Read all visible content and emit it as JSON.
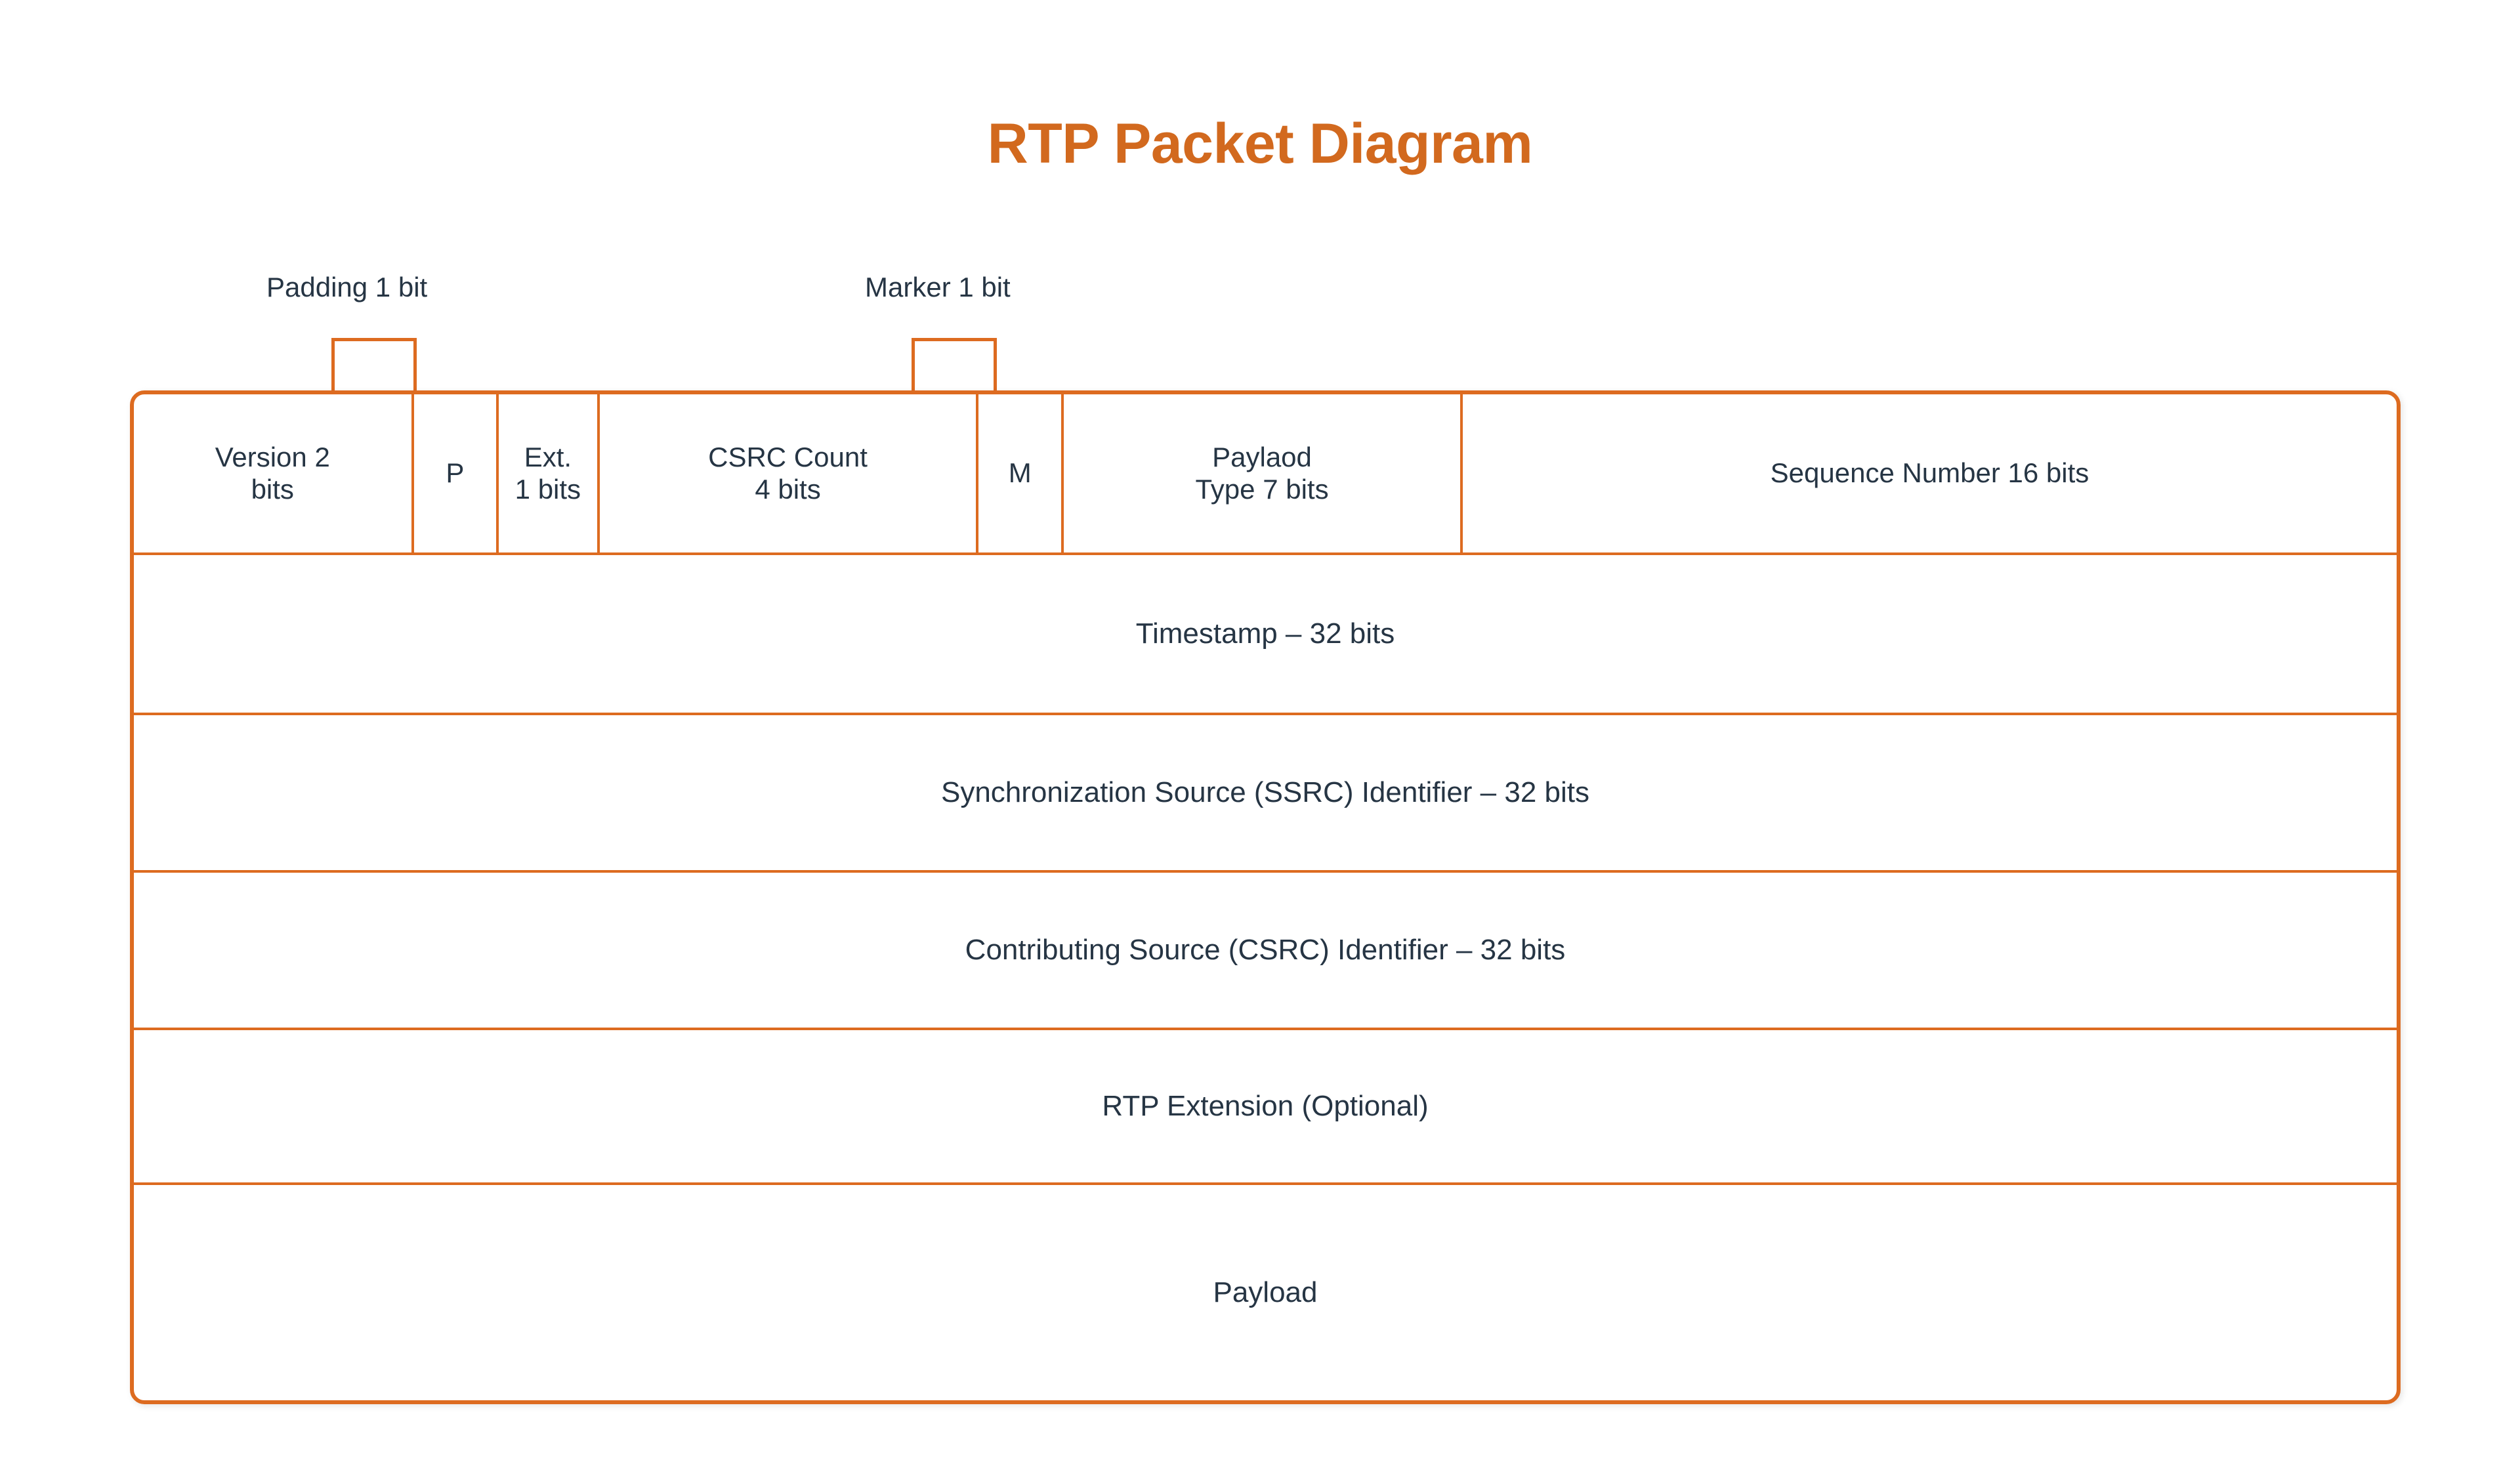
{
  "title": "RTP Packet Diagram",
  "colors": {
    "title": "#D2691E",
    "border": "#DD6B20",
    "text": "#263544",
    "background": "#FFFFFF"
  },
  "callouts": [
    {
      "id": "padding",
      "label": "Padding 1 bit",
      "points_to": "P"
    },
    {
      "id": "marker",
      "label": "Marker 1 bit",
      "points_to": "M"
    }
  ],
  "packet": {
    "header_row": [
      {
        "name": "version",
        "line1": "Version 2",
        "line2": "bits",
        "width_pct": 12.37
      },
      {
        "name": "padding",
        "line1": "P",
        "line2": "",
        "width_pct": 3.76
      },
      {
        "name": "extension",
        "line1": "Ext.",
        "line2": "1 bits",
        "width_pct": 4.45
      },
      {
        "name": "csrc-count",
        "line1": "CSRC Count",
        "line2": "4 bits",
        "width_pct": 16.76
      },
      {
        "name": "marker",
        "line1": "M",
        "line2": "",
        "width_pct": 3.76
      },
      {
        "name": "payload-type",
        "line1": "Paylaod",
        "line2": "Type 7 bits",
        "width_pct": 17.63
      },
      {
        "name": "sequence-number",
        "line1": "Sequence Number 16 bits",
        "line2": "",
        "width_pct": 41.27
      }
    ],
    "full_rows": [
      {
        "name": "timestamp",
        "label": "Timestamp – 32 bits"
      },
      {
        "name": "ssrc",
        "label": "Synchronization Source (SSRC) Identifier – 32 bits"
      },
      {
        "name": "csrc",
        "label": "Contributing Source (CSRC) Identifier – 32 bits"
      },
      {
        "name": "extension",
        "label": "RTP Extension (Optional)"
      },
      {
        "name": "payload",
        "label": "Payload"
      }
    ]
  }
}
